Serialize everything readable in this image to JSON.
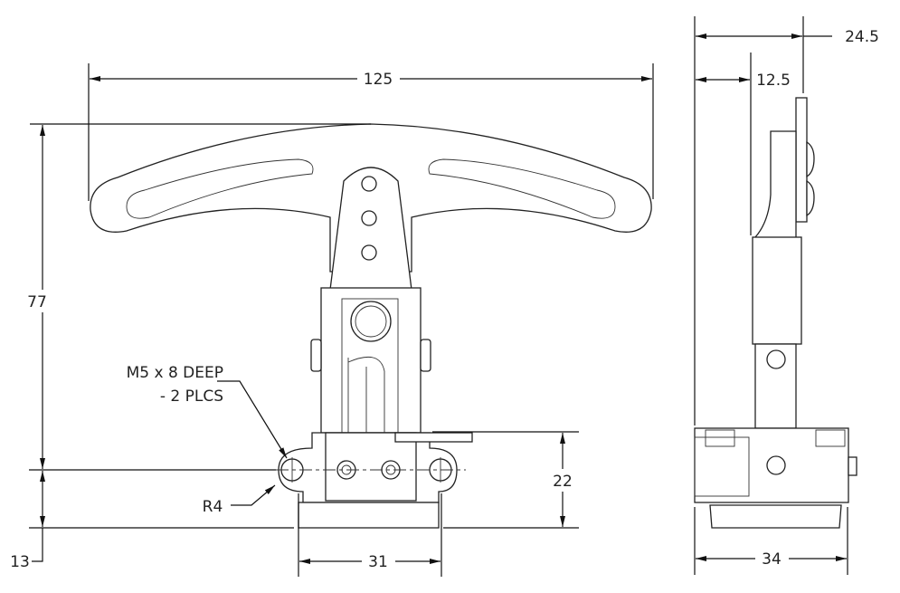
{
  "drawing": {
    "front_view": {
      "width_dim": "125",
      "height_dim": "77",
      "base_offset_dim": "13",
      "base_height_dim": "22",
      "hole_spacing_dim": "31",
      "hole_note_line1": "M5 x 8 DEEP",
      "hole_note_line2": "- 2 PLCS",
      "radius_note": "R4"
    },
    "side_view": {
      "overall_depth_dim": "24.5",
      "arm_offset_dim": "12.5",
      "base_depth_dim": "34"
    }
  }
}
